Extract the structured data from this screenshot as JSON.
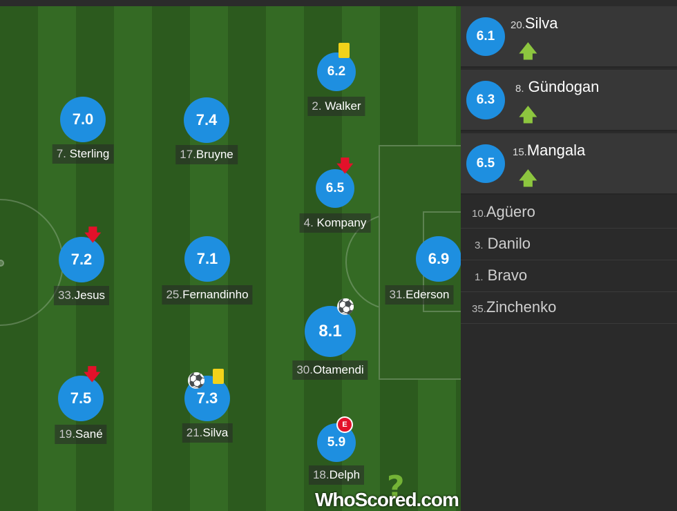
{
  "team_colors": {
    "rating_circle": "#1e8fe0",
    "yellow_card": "#f2d21a",
    "sub_off": "#e3112a",
    "sub_on": "#8dc63f"
  },
  "lineup": [
    {
      "key": "walker",
      "number": "2.",
      "name": "Walker",
      "rating": "6.2",
      "icons": [
        "yellow-card"
      ]
    },
    {
      "key": "sterling",
      "number": "7.",
      "name": "Sterling",
      "rating": "7.0",
      "icons": []
    },
    {
      "key": "bruyne",
      "number": "17.",
      "name": "Bruyne",
      "rating": "7.4",
      "icons": []
    },
    {
      "key": "kompany",
      "number": "4.",
      "name": "Kompany",
      "rating": "6.5",
      "icons": [
        "sub-off-arrow"
      ]
    },
    {
      "key": "jesus",
      "number": "33.",
      "name": "Jesus",
      "rating": "7.2",
      "icons": [
        "sub-off-arrow"
      ]
    },
    {
      "key": "fernandinho",
      "number": "25.",
      "name": "Fernandinho",
      "rating": "7.1",
      "icons": []
    },
    {
      "key": "ederson",
      "number": "31.",
      "name": "Ederson",
      "rating": "6.9",
      "icons": []
    },
    {
      "key": "otamendi",
      "number": "30.",
      "name": "Otamendi",
      "rating": "8.1",
      "icons": [
        "goal-ball"
      ]
    },
    {
      "key": "sane",
      "number": "19.",
      "name": "Sané",
      "rating": "7.5",
      "icons": [
        "sub-off-arrow"
      ]
    },
    {
      "key": "silva21",
      "number": "21.",
      "name": "Silva",
      "rating": "7.3",
      "icons": [
        "goal-ball",
        "yellow-card"
      ]
    },
    {
      "key": "delph",
      "number": "18.",
      "name": "Delph",
      "rating": "5.9",
      "icons": [
        "error-badge"
      ]
    }
  ],
  "icons": {
    "goal_ball": "⚽",
    "sub_off_arrow": "🡇",
    "sub_on_arrow": "🡅",
    "error_letter": "E"
  },
  "substitutes": [
    {
      "number": "20.",
      "name": "Silva",
      "rating": "6.1"
    },
    {
      "number": "8.",
      "name": "Gündogan",
      "rating": "6.3"
    },
    {
      "number": "15.",
      "name": "Mangala",
      "rating": "6.5"
    }
  ],
  "unused": [
    {
      "number": "10.",
      "name": "Agüero"
    },
    {
      "number": "3.",
      "name": "Danilo"
    },
    {
      "number": "1.",
      "name": "Bravo"
    },
    {
      "number": "35.",
      "name": "Zinchenko"
    }
  ],
  "branding": {
    "logo_text": "WhoScored.com",
    "logo_mark": "?"
  }
}
